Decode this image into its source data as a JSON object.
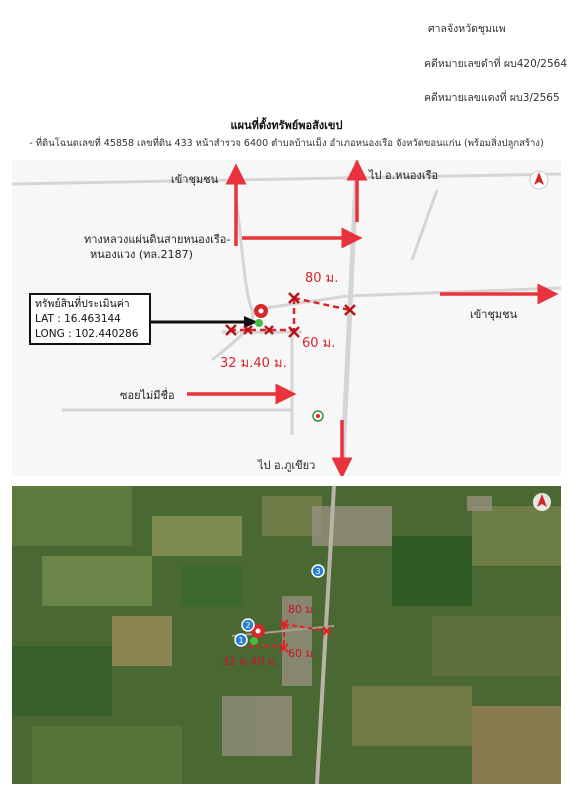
{
  "header": {
    "court": "ศาลจังหวัดชุมแพ",
    "black_case": "คดีหมายเลขดำที่ ผบ420/2564",
    "red_case": "คดีหมายเลขแดงที่ ผบ3/2565"
  },
  "document": {
    "title": "แผนที่ตั้งทรัพย์พอสังเขป",
    "description": "- ที่ดินโฉนดเลขที่ 45858 เลขที่ดิน 433 หน้าสำรวจ 6400 ตำบลบ้านเม็ง อำเภอหนองเรือ จังหวัดขอนแก่น (พร้อมสิ่งปลูกสร้าง)"
  },
  "map": {
    "labels": {
      "to_community_top": "เข้าชุมชน",
      "to_nong_ruea": "ไป อ.หนองเรือ",
      "highway_line1": "ทางหลวงแผ่นดินสายหนองเรือ-",
      "highway_line2": "หนองแวง (ทล.2187)",
      "to_community_right": "เข้าชุมชน",
      "nameless_soi": "ซอยไม่มีชื่อ",
      "to_phu_khiao": "ไป อ.ภูเขียว"
    },
    "distances": {
      "d80": "80 ม.",
      "d60": "60 ม.",
      "d32": "32 ม.40 ม."
    },
    "property": {
      "title": "ทรัพย์สินที่ประเมินค่า",
      "lat": "LAT : 16.463144",
      "long": "LONG : 102.440286"
    },
    "icons": [
      "north-arrow-icon",
      "location-pin-icon",
      "x-marker-icon"
    ],
    "colors": {
      "arrow_red": "#e8323c",
      "dash_red": "#d9262b",
      "road_gray": "#d2d2d2"
    }
  },
  "satellite": {
    "distances": {
      "d80": "80 ม.",
      "d60": "60 ม.",
      "d32": "32 ม.40 ม."
    },
    "markers": [
      "1",
      "2",
      "3"
    ],
    "icons": [
      "north-arrow-icon",
      "location-pin-icon",
      "numbered-marker-icon"
    ]
  }
}
